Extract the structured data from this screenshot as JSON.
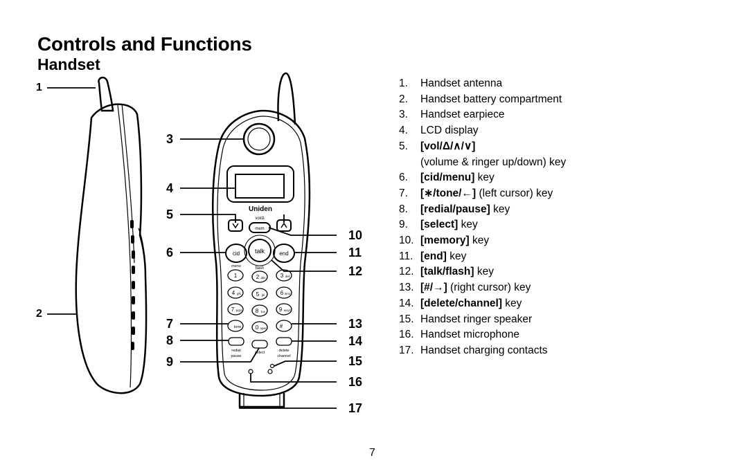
{
  "header": {
    "title": "Controls and Functions",
    "subtitle": "Handset"
  },
  "callouts": [
    "1",
    "2",
    "3",
    "4",
    "5",
    "6",
    "7",
    "8",
    "9",
    "10",
    "11",
    "12",
    "13",
    "14",
    "15",
    "16",
    "17"
  ],
  "handset_labels": {
    "brand": "Uniden",
    "vol": "vol/Δ",
    "cid": "cid",
    "menu": "menu",
    "talk": "talk",
    "flash": "flash",
    "end": "end",
    "mem": "mem",
    "keys": [
      "1",
      "2",
      "3",
      "4",
      "5",
      "6",
      "7",
      "8",
      "9",
      "0",
      "#"
    ],
    "key_letters": [
      "abc",
      "def",
      "ghi",
      "jkl",
      "mno",
      "pqrs",
      "tuv",
      "wxyz",
      "oper"
    ],
    "tone": "tone",
    "redial": "redial",
    "pause": "pause",
    "select": "select",
    "delete": "delete",
    "channel": "channel"
  },
  "parts": [
    {
      "num": "1.",
      "bold": "",
      "text": "Handset antenna"
    },
    {
      "num": "2.",
      "bold": "",
      "text": "Handset battery compartment"
    },
    {
      "num": "3.",
      "bold": "",
      "text": "Handset earpiece"
    },
    {
      "num": "4.",
      "bold": "",
      "text": "LCD display"
    },
    {
      "num": "5.",
      "bold": "[vol/Δ/∧/∨]",
      "text": ""
    },
    {
      "num": "",
      "bold": "",
      "text": "(volume & ringer up/down) key"
    },
    {
      "num": "6.",
      "bold": "[cid/menu]",
      "text": " key"
    },
    {
      "num": "7.",
      "bold": "[∗/tone/←]",
      "text": " (left cursor) key"
    },
    {
      "num": "8.",
      "bold": "[redial/pause]",
      "text": " key"
    },
    {
      "num": "9.",
      "bold": "[select]",
      "text": " key"
    },
    {
      "num": "10.",
      "bold": "[memory]",
      "text": " key"
    },
    {
      "num": "11.",
      "bold": "[end]",
      "text": " key"
    },
    {
      "num": "12.",
      "bold": "[talk/flash]",
      "text": " key"
    },
    {
      "num": "13.",
      "bold": "[#/→]",
      "text": " (right cursor) key"
    },
    {
      "num": "14.",
      "bold": "[delete/channel]",
      "text": " key"
    },
    {
      "num": "15.",
      "bold": "",
      "text": "Handset ringer speaker"
    },
    {
      "num": "16.",
      "bold": "",
      "text": "Handset microphone"
    },
    {
      "num": "17.",
      "bold": "",
      "text": "Handset charging contacts"
    }
  ],
  "page_number": "7"
}
